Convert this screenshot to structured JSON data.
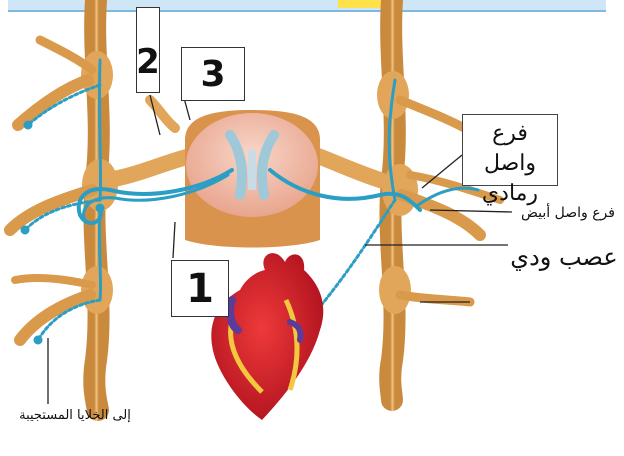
{
  "labels": {
    "num_1": "1",
    "num_2": "2",
    "num_3": "3",
    "gray_branch": "فرع واصل رمادي",
    "white_branch": "فرع واصل أبيض",
    "spinal_nerve": "عصب ودي",
    "to_effector_cells": "إلى الخلايا المستجيبة"
  },
  "colors": {
    "ganglion_chain": "#e2a65a",
    "spinal_cord": "#f2b9a6",
    "neuron_pathway": "#2a9ec4",
    "heart": "#d81e2c",
    "top_bar": "#cfe6f7"
  }
}
